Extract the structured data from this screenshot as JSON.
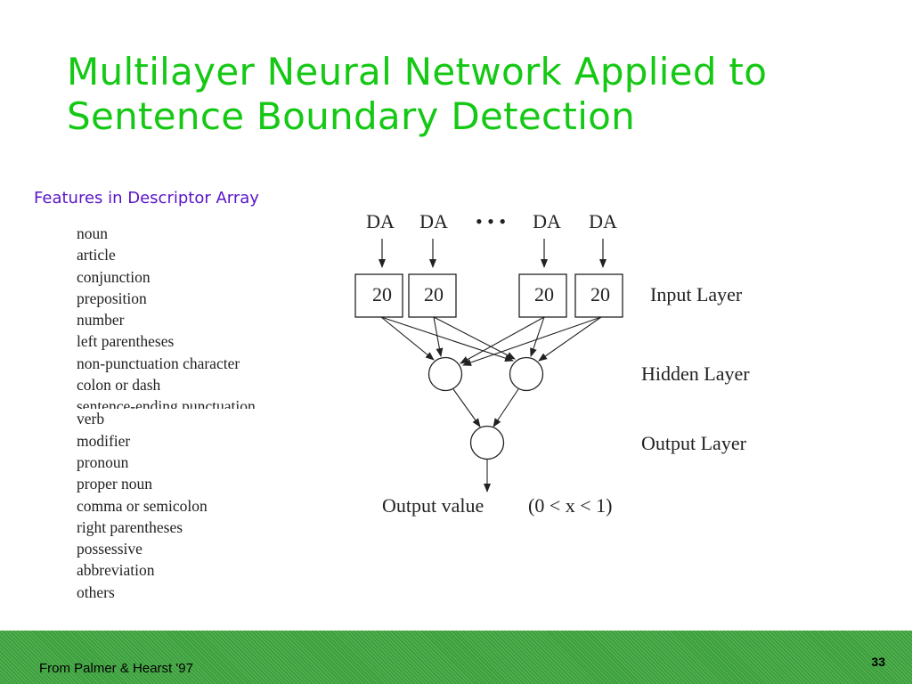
{
  "slide": {
    "title_line1": "Multilayer Neural Network Applied to",
    "title_line2": "Sentence Boundary Detection",
    "subtitle": "Features in Descriptor Array",
    "title_color": "#14c814",
    "subtitle_color": "#5a14c8"
  },
  "features": [
    "noun",
    "article",
    "conjunction",
    "preposition",
    "number",
    "left parentheses",
    "non-punctuation character",
    "colon or dash",
    "sentence-ending punctuation",
    "verb",
    "modifier",
    "pronoun",
    "proper noun",
    "comma or semicolon",
    "right parentheses",
    "possessive",
    "abbreviation",
    "others"
  ],
  "diagram": {
    "da_labels": [
      "DA",
      "DA",
      "DA",
      "DA"
    ],
    "ellipsis": "• • •",
    "input_values": [
      "20",
      "20",
      "20",
      "20"
    ],
    "input_layer": "Input Layer",
    "hidden_layer": "Hidden Layer",
    "output_layer": "Output Layer",
    "output_value": "Output value",
    "output_range": "(0 < x < 1)"
  },
  "footer": {
    "credit": "From Palmer & Hearst '97",
    "page": "33",
    "color": "#3aa03a"
  }
}
